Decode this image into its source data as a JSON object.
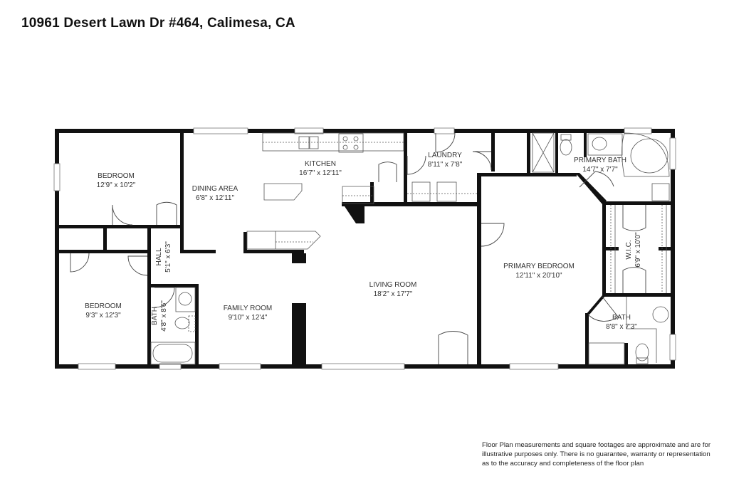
{
  "title": "10961 Desert Lawn Dr #464, Calimesa, CA",
  "rooms": {
    "bedroom_nw": {
      "name": "BEDROOM",
      "size": "12'9\" x 10'2\""
    },
    "dining": {
      "name": "DINING AREA",
      "size": "6'8\" x 12'11\""
    },
    "kitchen": {
      "name": "KITCHEN",
      "size": "16'7\" x 12'11\""
    },
    "laundry": {
      "name": "LAUNDRY",
      "size": "8'11\" x 7'8\""
    },
    "primary_bath": {
      "name": "PRIMARY BATH",
      "size": "14'7\" x 7'7\""
    },
    "hall": {
      "name": "HALL",
      "size": "5'1\" x 6'3\""
    },
    "bedroom_sw": {
      "name": "BEDROOM",
      "size": "9'3\" x 12'3\""
    },
    "bath_small": {
      "name": "BATH",
      "size": "4'8\" x 8'6\""
    },
    "family": {
      "name": "FAMILY ROOM",
      "size": "9'10\" x 12'4\""
    },
    "living": {
      "name": "LIVING ROOM",
      "size": "18'2\" x 17'7\""
    },
    "primary_bedroom": {
      "name": "PRIMARY BEDROOM",
      "size": "12'11\" x 20'10\""
    },
    "wic": {
      "name": "W.I.C.",
      "size": "6'9\" x 10'0\""
    },
    "bath_east": {
      "name": "BATH",
      "size": "8'8\" x 7'3\""
    }
  },
  "disclaimer": {
    "line1": "Floor Plan measurements and square footages are approximate and are for",
    "line2": "illustrative purposes only. There is no guarantee, warranty or representation",
    "line3": "as to the accuracy and completeness of the floor plan"
  },
  "colors": {
    "wall": "#111111",
    "fixture": "#555555",
    "background": "#ffffff"
  }
}
